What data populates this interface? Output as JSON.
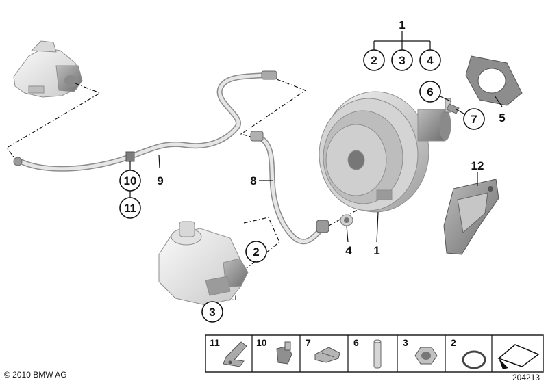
{
  "diagram": {
    "callouts": {
      "top_1": "1",
      "top_2": "2",
      "top_3": "3",
      "top_4": "4",
      "seal_5": "5",
      "pin_6": "6",
      "clip_7": "7",
      "line_8": "8",
      "line_9": "9",
      "clamp_10": "10",
      "bracket_11": "11",
      "bracket_12": "12",
      "reservoir_2": "2",
      "reservoir_3": "3",
      "washer_4": "4",
      "booster_1": "1"
    },
    "legend": [
      {
        "number": "11",
        "part": "bracket"
      },
      {
        "number": "10",
        "part": "clamp"
      },
      {
        "number": "7",
        "part": "clip"
      },
      {
        "number": "6",
        "part": "pin"
      },
      {
        "number": "3",
        "part": "nut"
      },
      {
        "number": "2",
        "part": "o-ring"
      },
      {
        "number": "",
        "part": "direction-arrow"
      }
    ],
    "copyright": "© 2010 BMW AG",
    "diagram_number": "204213"
  }
}
